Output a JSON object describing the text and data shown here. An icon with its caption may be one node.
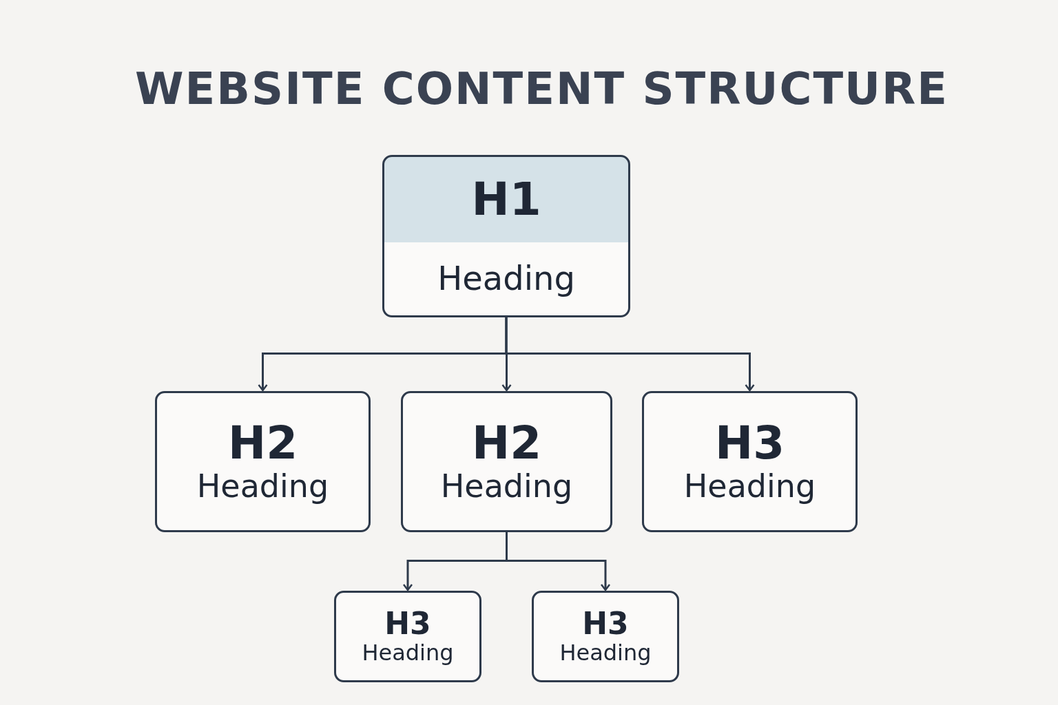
{
  "diagram": {
    "title": "WEBSITE CONTENT STRUCTURE",
    "nodes": [
      {
        "text": [
          "H1",
          "Heading"
        ]
      },
      {
        "text": [
          "H2",
          "Heading"
        ]
      },
      {
        "text": [
          "H2",
          "Heading"
        ]
      },
      {
        "text": [
          "H3",
          "Heading"
        ]
      },
      {
        "text": [
          "H3",
          "Heading"
        ]
      },
      {
        "text": [
          "H3",
          "Heading"
        ]
      }
    ],
    "edges": [
      {
        "from": 0,
        "to": 1,
        "arrow": "to"
      },
      {
        "from": 0,
        "to": 2,
        "arrow": "to"
      },
      {
        "from": 0,
        "to": 3,
        "arrow": "to"
      },
      {
        "from": 2,
        "to": 4,
        "arrow": "to"
      },
      {
        "from": 2,
        "to": 5,
        "arrow": "to"
      }
    ]
  }
}
